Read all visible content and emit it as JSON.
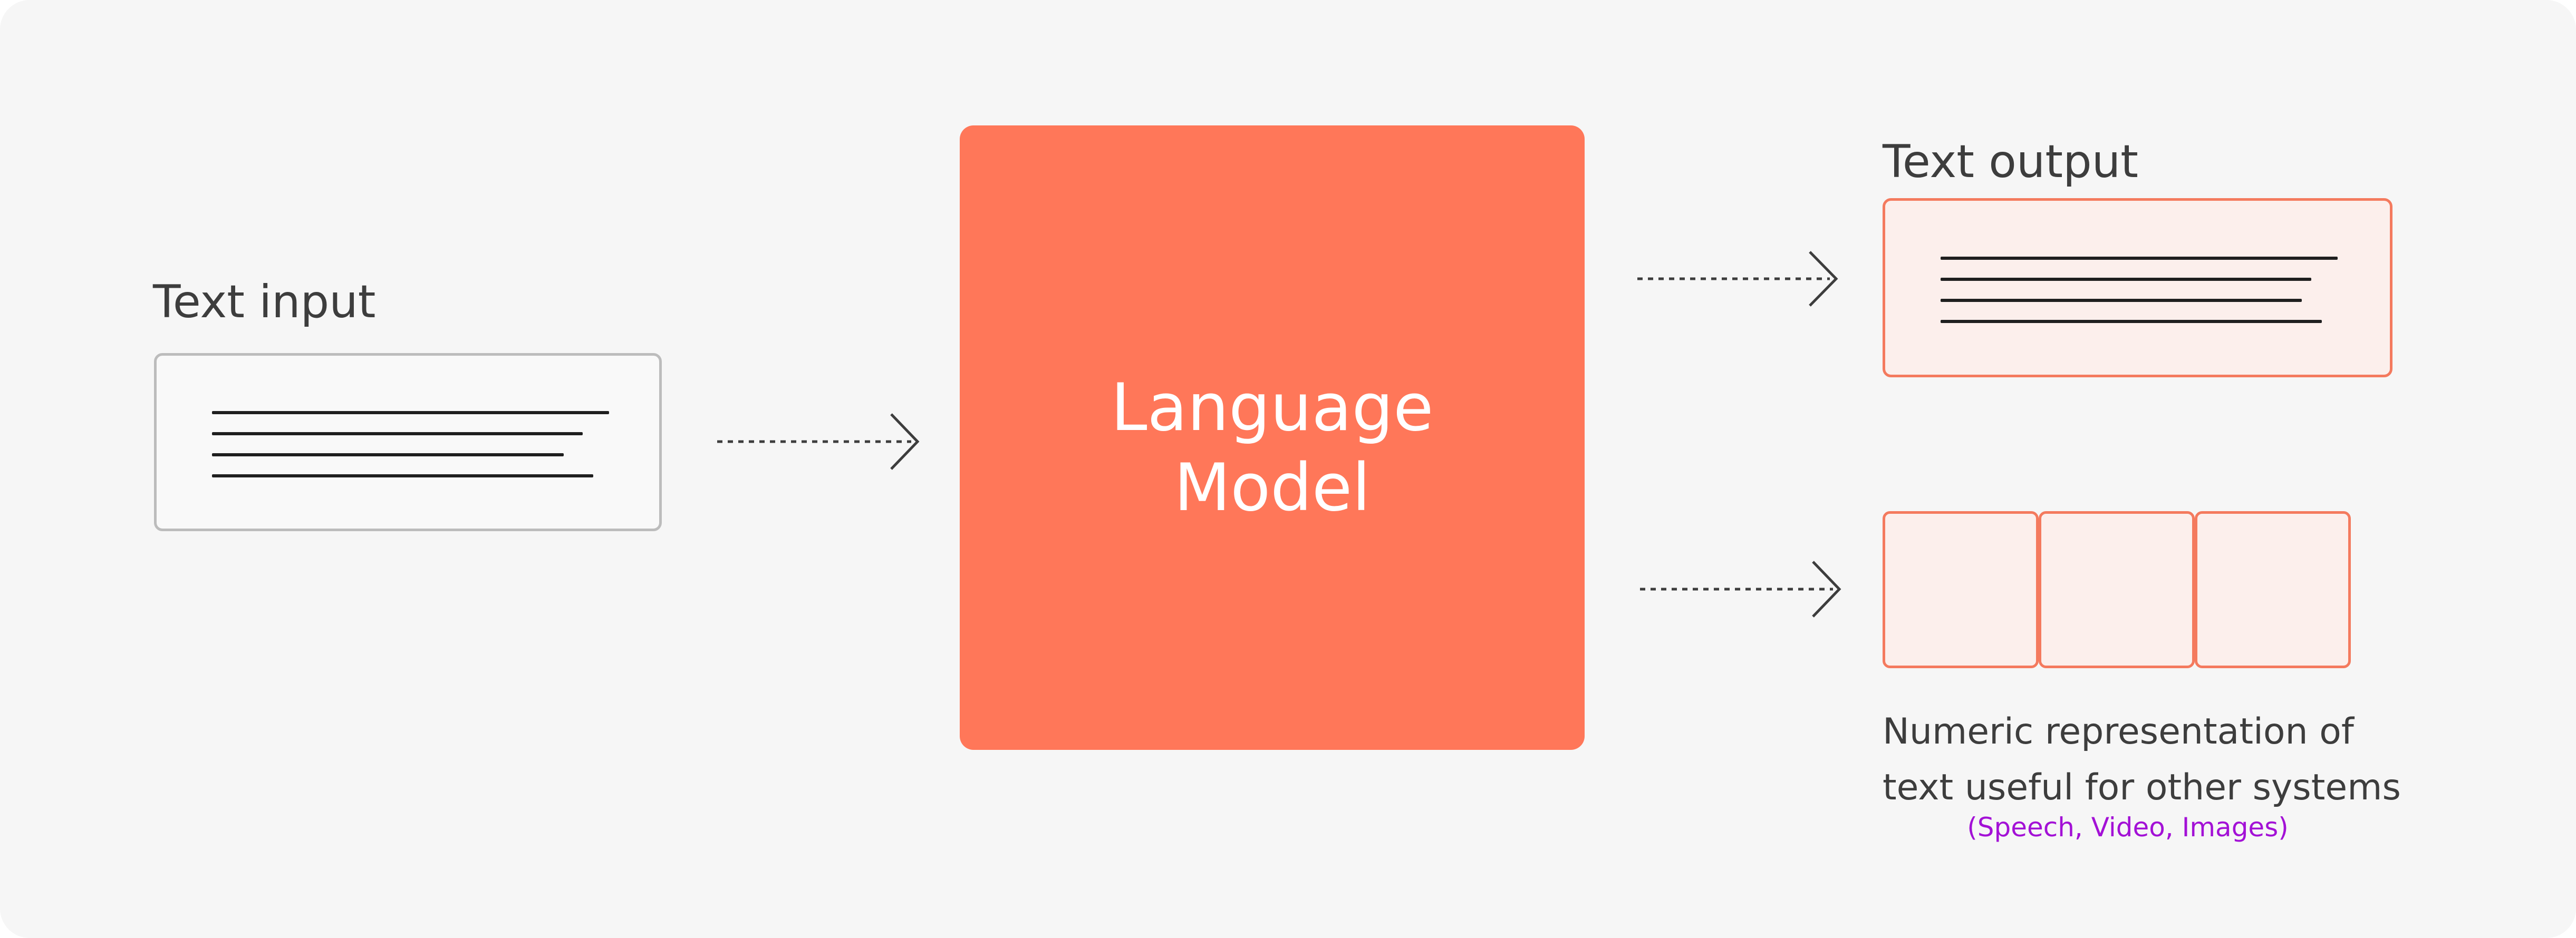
{
  "input": {
    "label": "Text input"
  },
  "model": {
    "title_line1": "Language",
    "title_line2": "Model"
  },
  "output": {
    "label": "Text output"
  },
  "embedding": {
    "caption_line1": "Numeric representation of",
    "caption_line2": "text useful for other systems",
    "note": "(Speech, Video, Images)"
  },
  "colors": {
    "background": "#f6f6f6",
    "model_fill": "#ff7759",
    "accent_border": "#f47a5e",
    "accent_fill": "#fcefec",
    "note_text": "#a311d6",
    "text": "#3d3d3d"
  },
  "icons": {
    "arrow": "dotted-arrow-right-icon"
  }
}
